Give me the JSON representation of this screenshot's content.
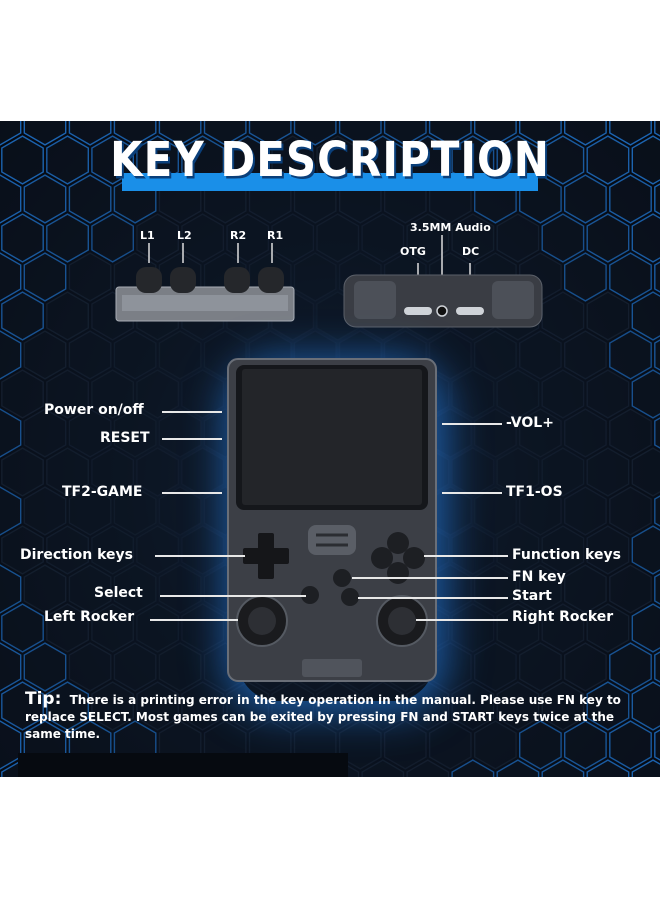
{
  "title": "KEY DESCRIPTION",
  "top_left_labels": [
    "L1",
    "L2",
    "R2",
    "R1"
  ],
  "top_right": {
    "audio": "3.5MM Audio",
    "otg": "OTG",
    "dc": "DC"
  },
  "left_labels": {
    "power": "Power on/off",
    "reset": "RESET",
    "tf2": "TF2-GAME",
    "direction": "Direction keys",
    "select": "Select",
    "left_rocker": "Left Rocker"
  },
  "right_labels": {
    "vol": "-VOL+",
    "tf1": "TF1-OS",
    "function": "Function keys",
    "fn": "FN key",
    "start": "Start",
    "right_rocker": "Right Rocker"
  },
  "tip": {
    "label": "Tip:",
    "text": "There is a printing error in the key operation in the manual. Please use FN key to replace SELECT. Most games can be exited by pressing FN and START keys twice at the same time."
  },
  "colors": {
    "accent": "#1a8fe8",
    "background": "#0b1422",
    "device": "#3a3d44"
  }
}
